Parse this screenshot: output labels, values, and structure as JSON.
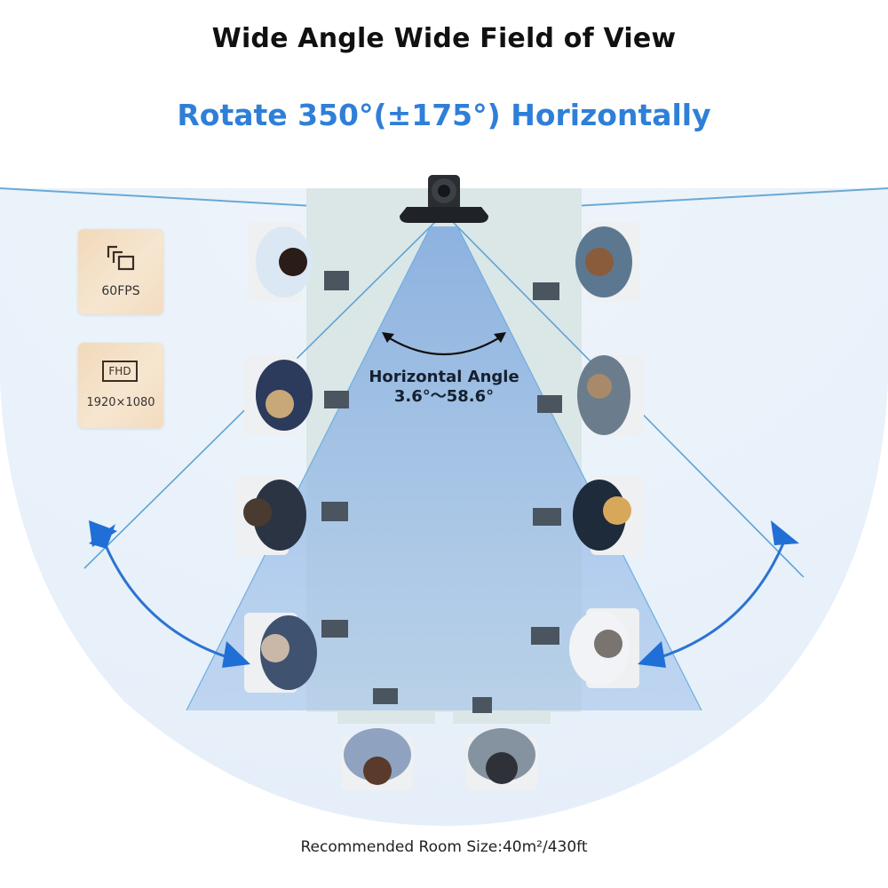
{
  "header": {
    "title": "Wide Angle  Wide Field of View",
    "subtitle": "Rotate 350°(±175°) Horizontally"
  },
  "features": [
    {
      "icon": "frames-stack-icon",
      "label": "60FPS"
    },
    {
      "icon": "fhd-box-icon",
      "icon_text": "FHD",
      "label": "1920×1080"
    }
  ],
  "diagram": {
    "angle_label_line1": "Horizontal Angle",
    "angle_label_line2": "3.6°～58.6°",
    "camera": "ptz-camera",
    "people_count": 10
  },
  "footer": {
    "room_size": "Recommended Room Size:40m²/430ft"
  },
  "colors": {
    "accent_blue": "#2f7fd8",
    "arrow_blue": "#1f6fd6",
    "fov_fill": "#8fb6e6",
    "table": "#dfe9ea",
    "badge": "#f3dfc4"
  }
}
